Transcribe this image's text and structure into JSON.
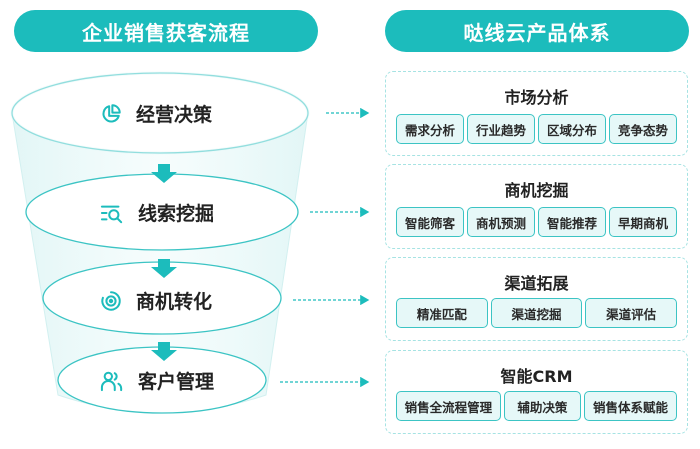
{
  "headers": {
    "left": "企业销售获客流程",
    "right": "哒线云产品体系"
  },
  "colors": {
    "accent": "#1cbcbc",
    "chip_bg": "#e6f8f8",
    "chip_border": "#3cc4c4",
    "panel_border": "#a6e3e3",
    "funnel_fill": "#eefafa",
    "text": "#222222"
  },
  "funnel": {
    "stages": [
      {
        "label": "经营决策",
        "icon": "pie-chart-icon"
      },
      {
        "label": "线索挖掘",
        "icon": "list-search-icon"
      },
      {
        "label": "商机转化",
        "icon": "target-icon"
      },
      {
        "label": "客户管理",
        "icon": "users-icon"
      }
    ]
  },
  "products": [
    {
      "title": "市场分析",
      "items": [
        "需求分析",
        "行业趋势",
        "区域分布",
        "竞争态势"
      ]
    },
    {
      "title": "商机挖掘",
      "items": [
        "智能筛客",
        "商机预测",
        "智能推荐",
        "早期商机"
      ]
    },
    {
      "title": "渠道拓展",
      "items": [
        "精准匹配",
        "渠道挖掘",
        "渠道评估"
      ]
    },
    {
      "title": "智能CRM",
      "items": [
        "销售全流程管理",
        "辅助决策",
        "销售体系赋能"
      ]
    }
  ]
}
